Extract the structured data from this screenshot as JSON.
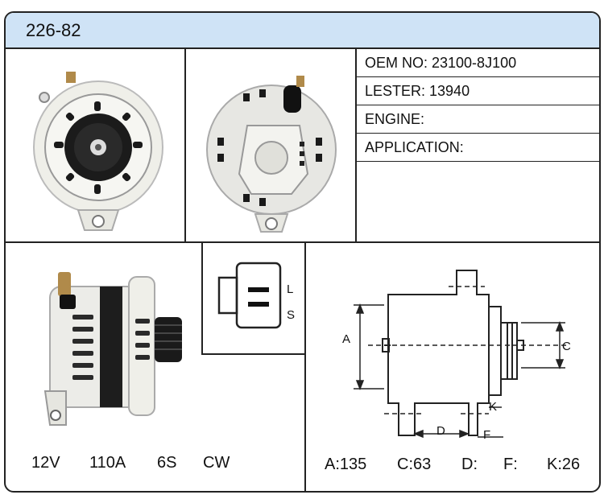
{
  "header": {
    "part_no": "226-82"
  },
  "info": {
    "oem": "OEM NO: 23100-8J100",
    "lester": "LESTER: 13940",
    "engine": "ENGINE:",
    "application": "APPLICATION:"
  },
  "plug": {
    "pin_top": "L",
    "pin_bottom": "S"
  },
  "specs_left": {
    "voltage": "12V",
    "amperage": "110A",
    "pulley": "6S",
    "rotation": "CW"
  },
  "dimensions": {
    "labels": {
      "a": "A",
      "c": "C",
      "d": "D",
      "f": "F",
      "k": "K"
    },
    "values": {
      "a": "A:135",
      "c": "C:63",
      "d": "D:",
      "f": "F:",
      "k": "K:26"
    }
  }
}
